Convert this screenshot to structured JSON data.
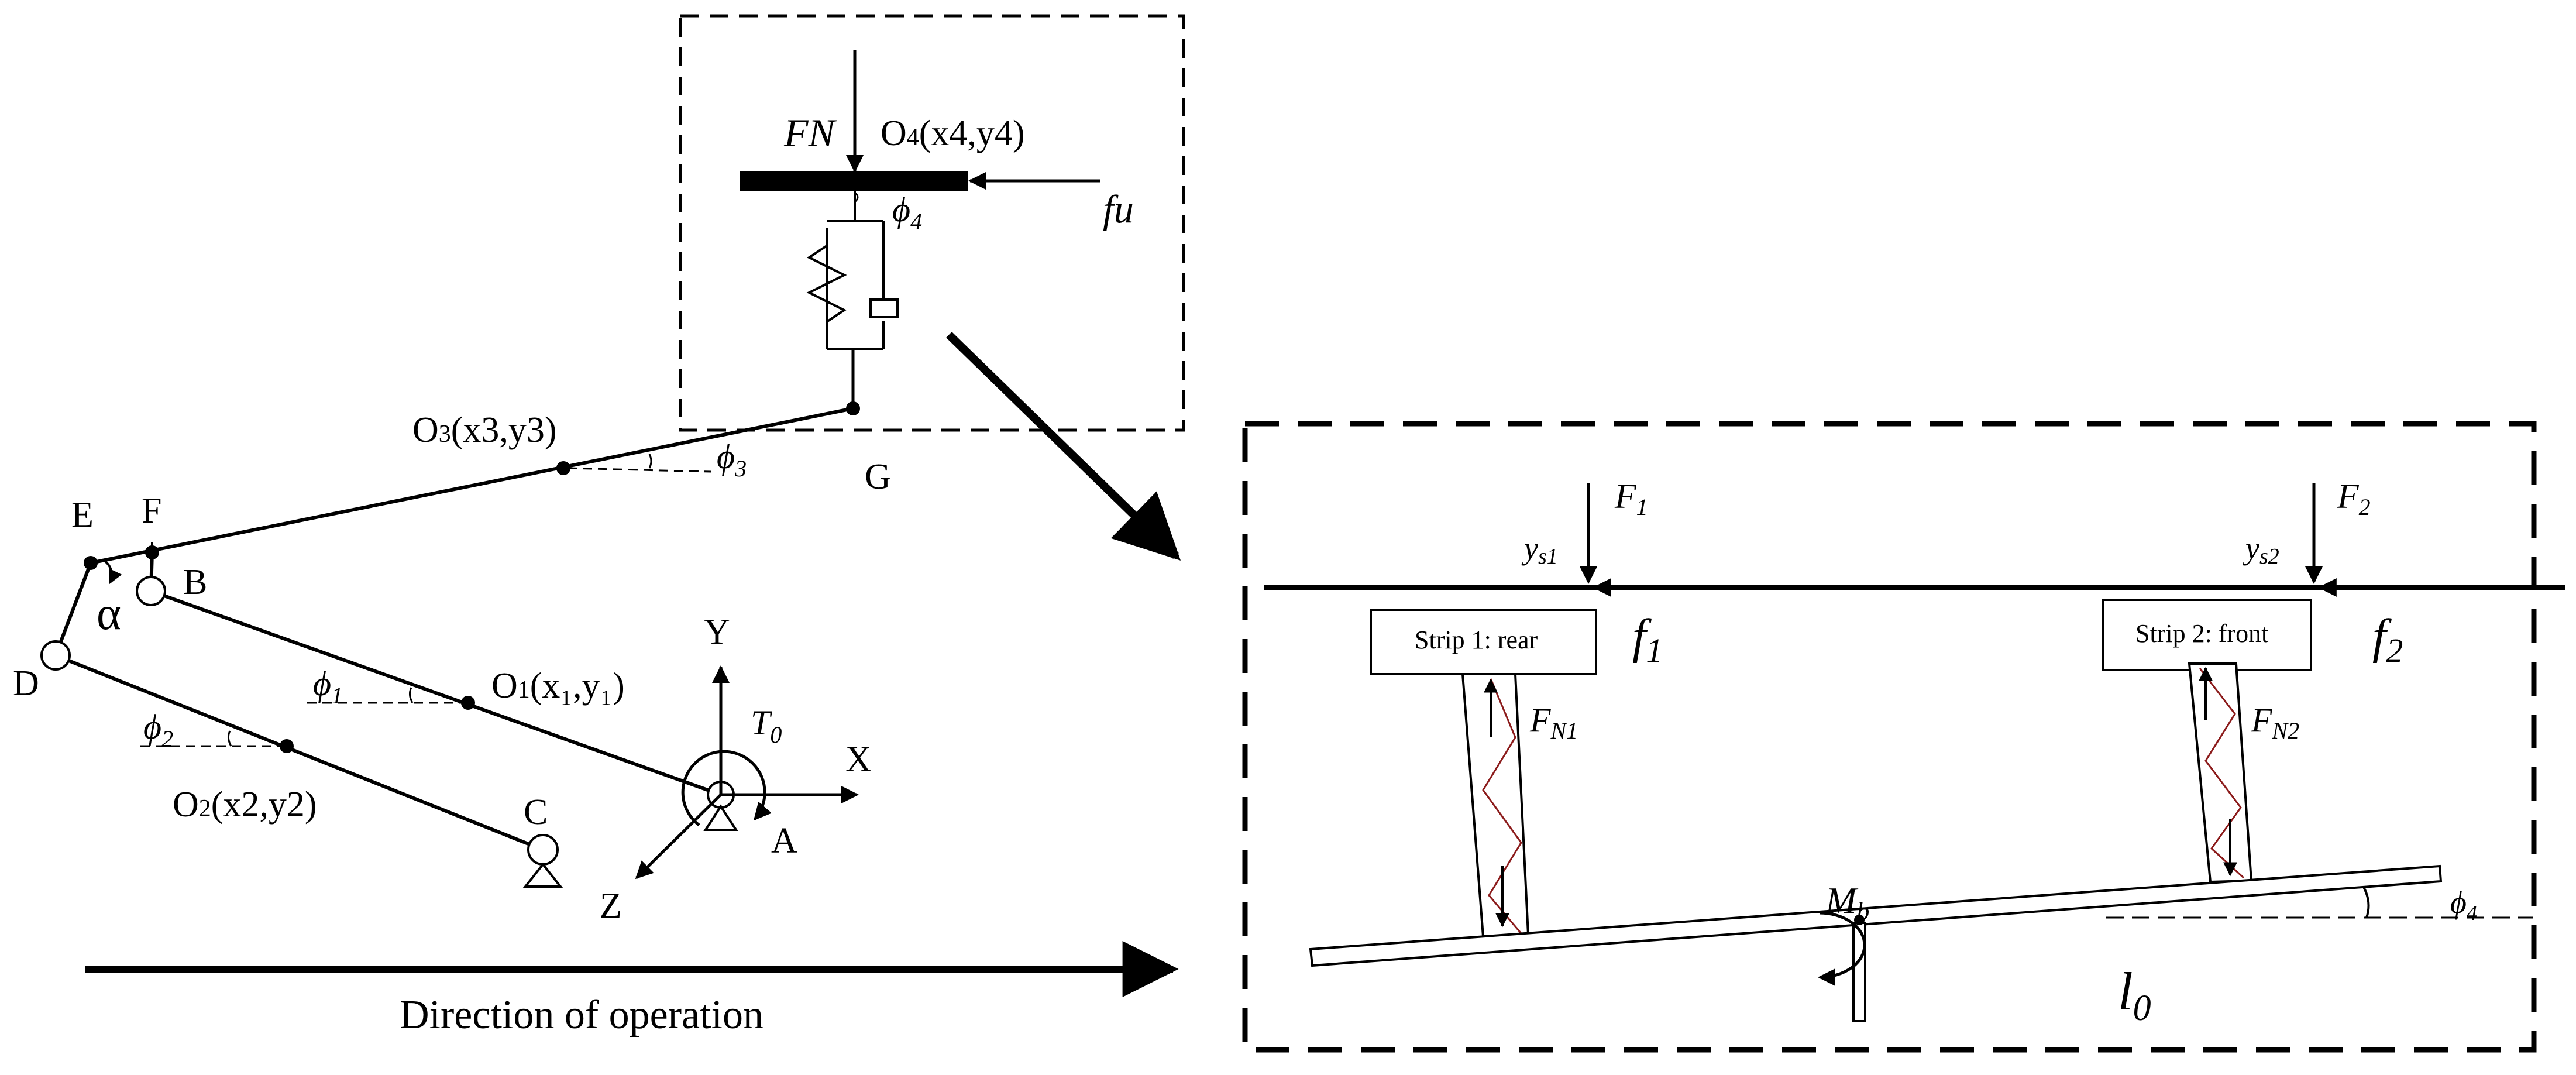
{
  "mechanism": {
    "points": {
      "A": "A",
      "B": "B",
      "C": "C",
      "D": "D",
      "E": "E",
      "F": "F",
      "G": "G",
      "alpha": "α"
    },
    "centers": {
      "o1": {
        "name": "O",
        "sub": "1",
        "coord": "(x₁,y₁)"
      },
      "o2": {
        "name": "O",
        "sub": "2",
        "coord": "(x2,y2)"
      },
      "o3": {
        "name": "O",
        "sub": "3",
        "coord": "(x3,y3)"
      },
      "o4": {
        "name": "O",
        "sub": "4",
        "coord": "(x4,y4)"
      }
    },
    "angles": {
      "phi1": {
        "sym": "ϕ",
        "sub": "1"
      },
      "phi2": {
        "sym": "ϕ",
        "sub": "2"
      },
      "phi3": {
        "sym": "ϕ",
        "sub": "3"
      },
      "phi4": {
        "sym": "ϕ",
        "sub": "4"
      }
    },
    "axes": {
      "x": "X",
      "y": "Y",
      "z": "Z"
    },
    "torque": {
      "sym": "T",
      "sub": "0"
    },
    "forces": {
      "fn": "FN",
      "fu": "fu"
    },
    "direction_label": "Direction of operation"
  },
  "detail": {
    "strip1": "Strip 1: rear",
    "strip2": "Strip 2: front",
    "F1": {
      "sym": "F",
      "sub": "1"
    },
    "F2": {
      "sym": "F",
      "sub": "2"
    },
    "ys1": {
      "sym": "y",
      "sub": "s1"
    },
    "ys2": {
      "sym": "y",
      "sub": "s2"
    },
    "f1": {
      "sym": "f",
      "sub": "1"
    },
    "f2": {
      "sym": "f",
      "sub": "2"
    },
    "FN1": {
      "sym": "F",
      "sub": "N1"
    },
    "FN2": {
      "sym": "F",
      "sub": "N2"
    },
    "Mb": {
      "sym": "M",
      "sub": "b"
    },
    "phi4": {
      "sym": "ϕ",
      "sub": "4"
    },
    "l0": {
      "sym": "l",
      "sub": "0"
    }
  }
}
